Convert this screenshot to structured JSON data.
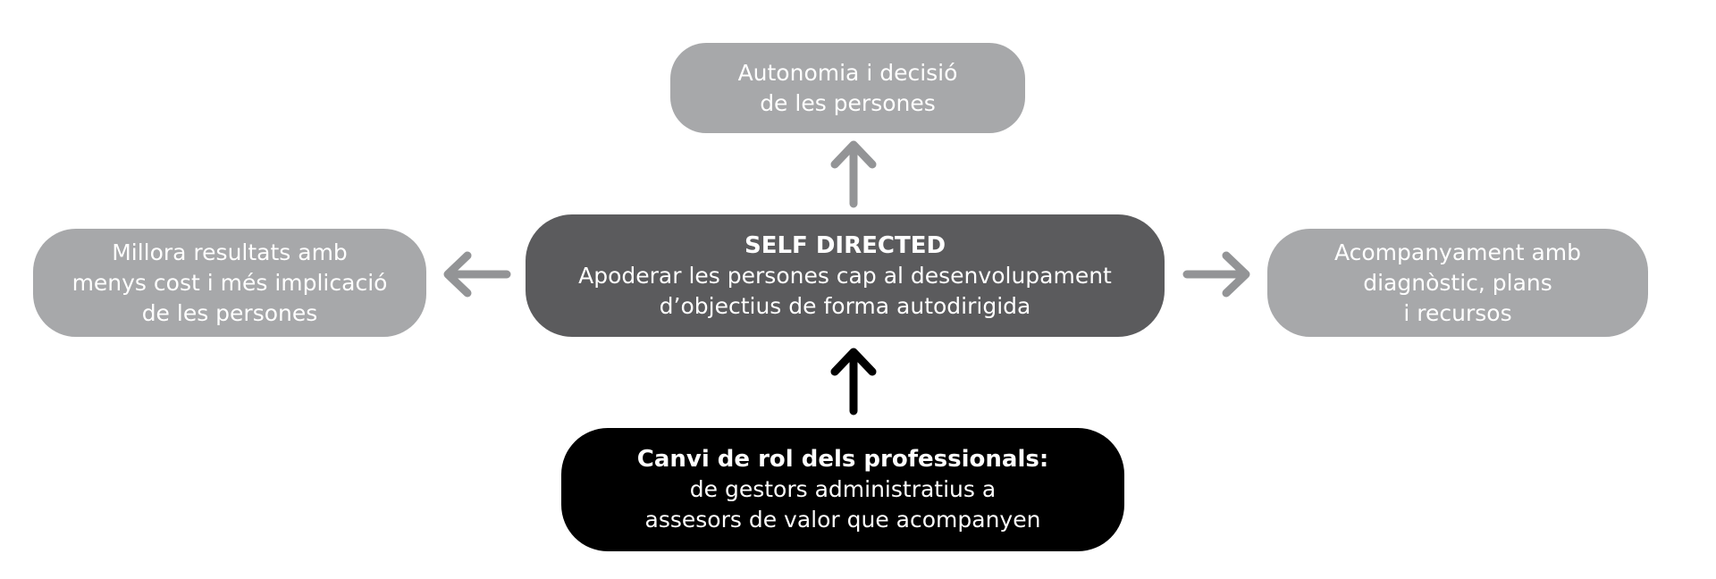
{
  "top_box": {
    "lines": [
      "Autonomia i decisió",
      "de les persones"
    ]
  },
  "center_box": {
    "title": "SELF DIRECTED",
    "lines": [
      "Apoderar les persones cap al desenvolupament",
      "d’objectius de forma autodirigida"
    ]
  },
  "left_box": {
    "lines": [
      "Millora resultats amb",
      "menys cost i més implicació",
      "de les persones"
    ]
  },
  "right_box": {
    "lines": [
      "Acompanyament amb",
      "diagnòstic, plans",
      "i recursos"
    ]
  },
  "bottom_box": {
    "title": "Canvi de rol dels professionals:",
    "lines": [
      "de gestors administratius a",
      "assesors de valor que acompanyen"
    ]
  },
  "colors": {
    "grey_box": "#a7a8aa",
    "center_box": "#5b5b5d",
    "bottom_box": "#000000",
    "grey_arrow": "#939496",
    "black_arrow": "#000000"
  }
}
